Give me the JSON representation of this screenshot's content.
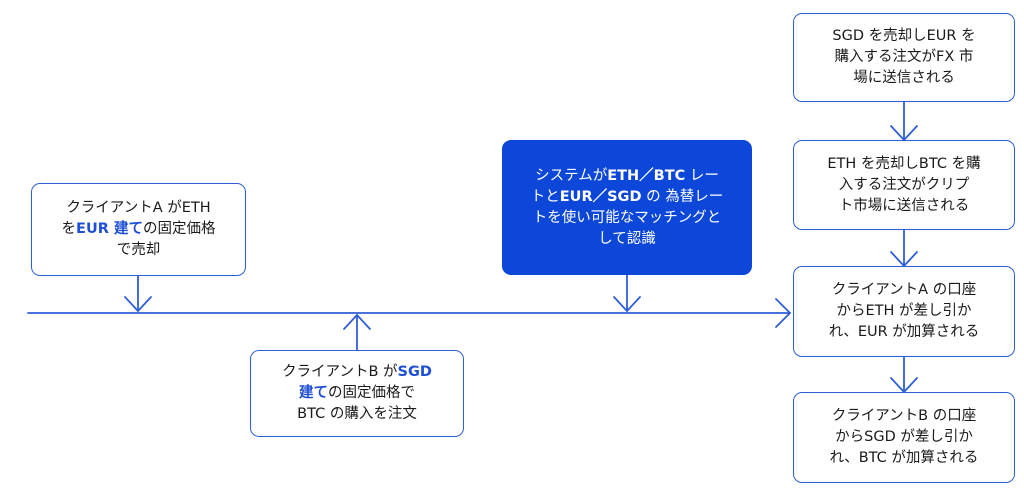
{
  "colors": {
    "accent": "#2f5fd6",
    "filled": "#0d47d9",
    "highlight": "#1f4fd4"
  },
  "nodes": {
    "client_a_sell": {
      "line1": "クライアントA がETH",
      "line2_pre": "を",
      "line2_hl": "EUR 建て",
      "line2_post": "の固定価格",
      "line3": "で売却"
    },
    "client_b_buy": {
      "line1_pre": "クライアントB が",
      "line1_hl": "SGD",
      "line2_hl": "建て",
      "line2_post": "の固定価格で",
      "line3": "BTC の購入を注文"
    },
    "system_match": {
      "line1_pre": "システムが",
      "line1_b": "ETH／BTC",
      "line1_post": " レー",
      "line2_pre": "トと",
      "line2_b": "EUR／SGD",
      "line2_post": " の 為替レー",
      "line3": "トを使い可能なマッチングと",
      "line4": "して認識"
    },
    "fx_order": {
      "line1": "SGD を売却しEUR を",
      "line2": "購入する注文がFX 市",
      "line3": "場に送信される"
    },
    "crypto_order": {
      "line1": "ETH を売却しBTC を購",
      "line2": "入する注文がクリプ",
      "line3": "ト市場に送信される"
    },
    "settle_a": {
      "line1": "クライアントA の口座",
      "line2": "からETH が差し引か",
      "line3": "れ、EUR が加算される"
    },
    "settle_b": {
      "line1": "クライアントB の口座",
      "line2": "からSGD が差し引か",
      "line3": "れ、BTC が加算される"
    }
  }
}
